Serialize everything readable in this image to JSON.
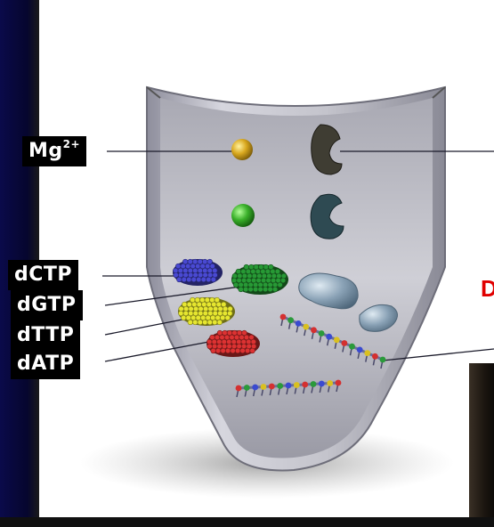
{
  "labels": {
    "mg": "Mg",
    "mg_charge": "2+",
    "dctp": "dCTP",
    "dgtp": "dGTP",
    "dttp": "dTTP",
    "datp": "dATP"
  },
  "cut_off_text": "D",
  "icons": [
    "magnesium-ion-icon",
    "polymerase-enzyme-icon",
    "nucleotide-cluster-icon",
    "dna-strand-icon",
    "reaction-tube-icon"
  ],
  "colors": {
    "dctp": "#3a3aa8",
    "dgtp": "#1f7a2a",
    "dttp": "#b8b826",
    "datp": "#b02828",
    "mg_ion": "#d9a81e",
    "green_ion": "#3ab02a",
    "tube": "#b8b8c4",
    "accent_red": "#e00000",
    "bar": "#0a0a4a"
  }
}
